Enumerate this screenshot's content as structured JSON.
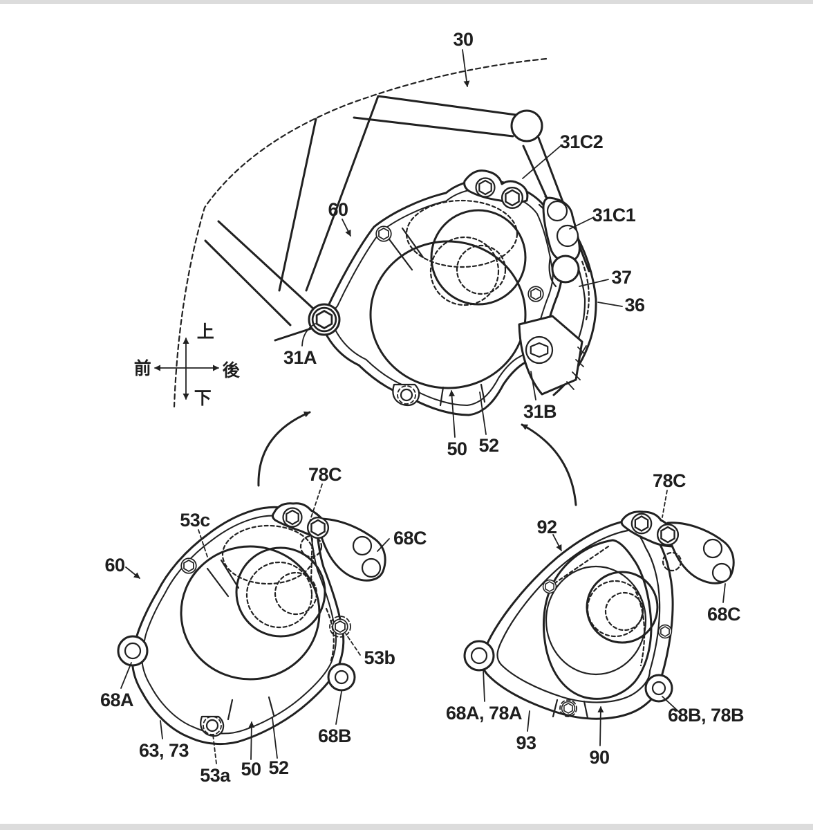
{
  "page": {
    "background": "#ffffff",
    "ink": "#212121",
    "kind": "patent line drawing, 3 views with callouts"
  },
  "compass": {
    "up": "上",
    "down": "下",
    "front": "前",
    "rear": "後"
  },
  "views": {
    "assembled": {
      "callouts": {
        "c30": "30",
        "c31c2": "31C2",
        "c31c1": "31C1",
        "c37": "37",
        "c36": "36",
        "c60": "60",
        "c31a": "31A",
        "c31b": "31B",
        "c50": "50",
        "c52": "52"
      }
    },
    "left_subassembly": {
      "callouts": {
        "c78c": "78C",
        "c53c": "53c",
        "c68c": "68C",
        "c60": "60",
        "c53b": "53b",
        "c68a": "68A",
        "c63_73": "63, 73",
        "c53a": "53a",
        "c50": "50",
        "c52": "52",
        "c68b": "68B"
      }
    },
    "right_subassembly": {
      "callouts": {
        "c92": "92",
        "c78c": "78C",
        "c68c": "68C",
        "c68a_78a": "68A, 78A",
        "c93": "93",
        "c90": "90",
        "c68b_78b": "68B, 78B"
      }
    }
  }
}
